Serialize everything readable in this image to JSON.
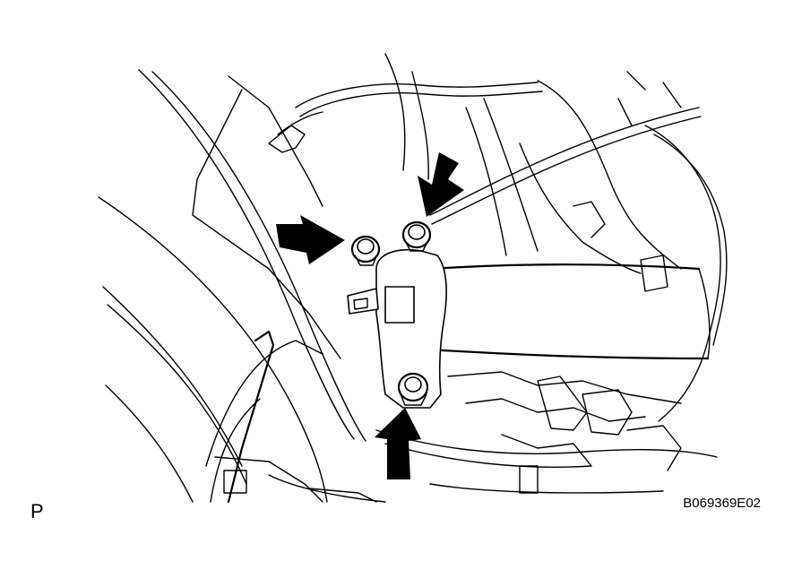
{
  "figure": {
    "view_label": "P",
    "part_code": "B069369E02"
  },
  "colors": {
    "ink": "#000000",
    "paper": "#ffffff"
  },
  "callouts": {
    "bolt_arrows": [
      "arrow-to-upper-left-bolt",
      "arrow-to-upper-right-bolt",
      "arrow-to-lower-bolt"
    ]
  }
}
